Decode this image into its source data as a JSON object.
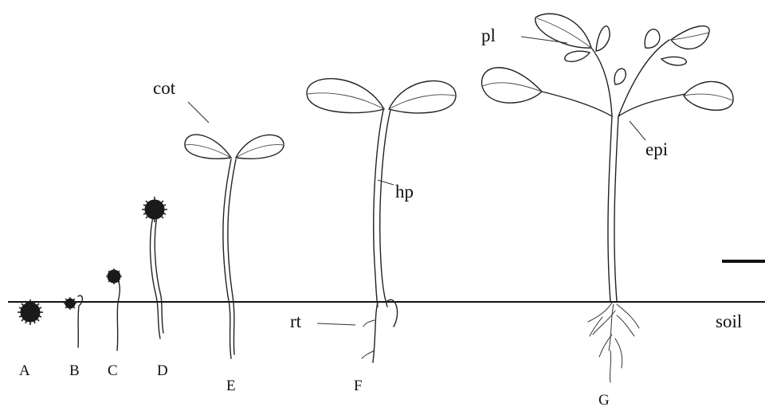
{
  "labels": {
    "cotyledon": "cot",
    "hypocotyl": "hp",
    "epicotyl": "epi",
    "primary_leaf": "pl",
    "root": "rt",
    "soil": "soil"
  },
  "stages": [
    "A",
    "B",
    "C",
    "D",
    "E",
    "F",
    "G"
  ],
  "colors": {
    "ink": "#111111",
    "background": "#ffffff"
  }
}
